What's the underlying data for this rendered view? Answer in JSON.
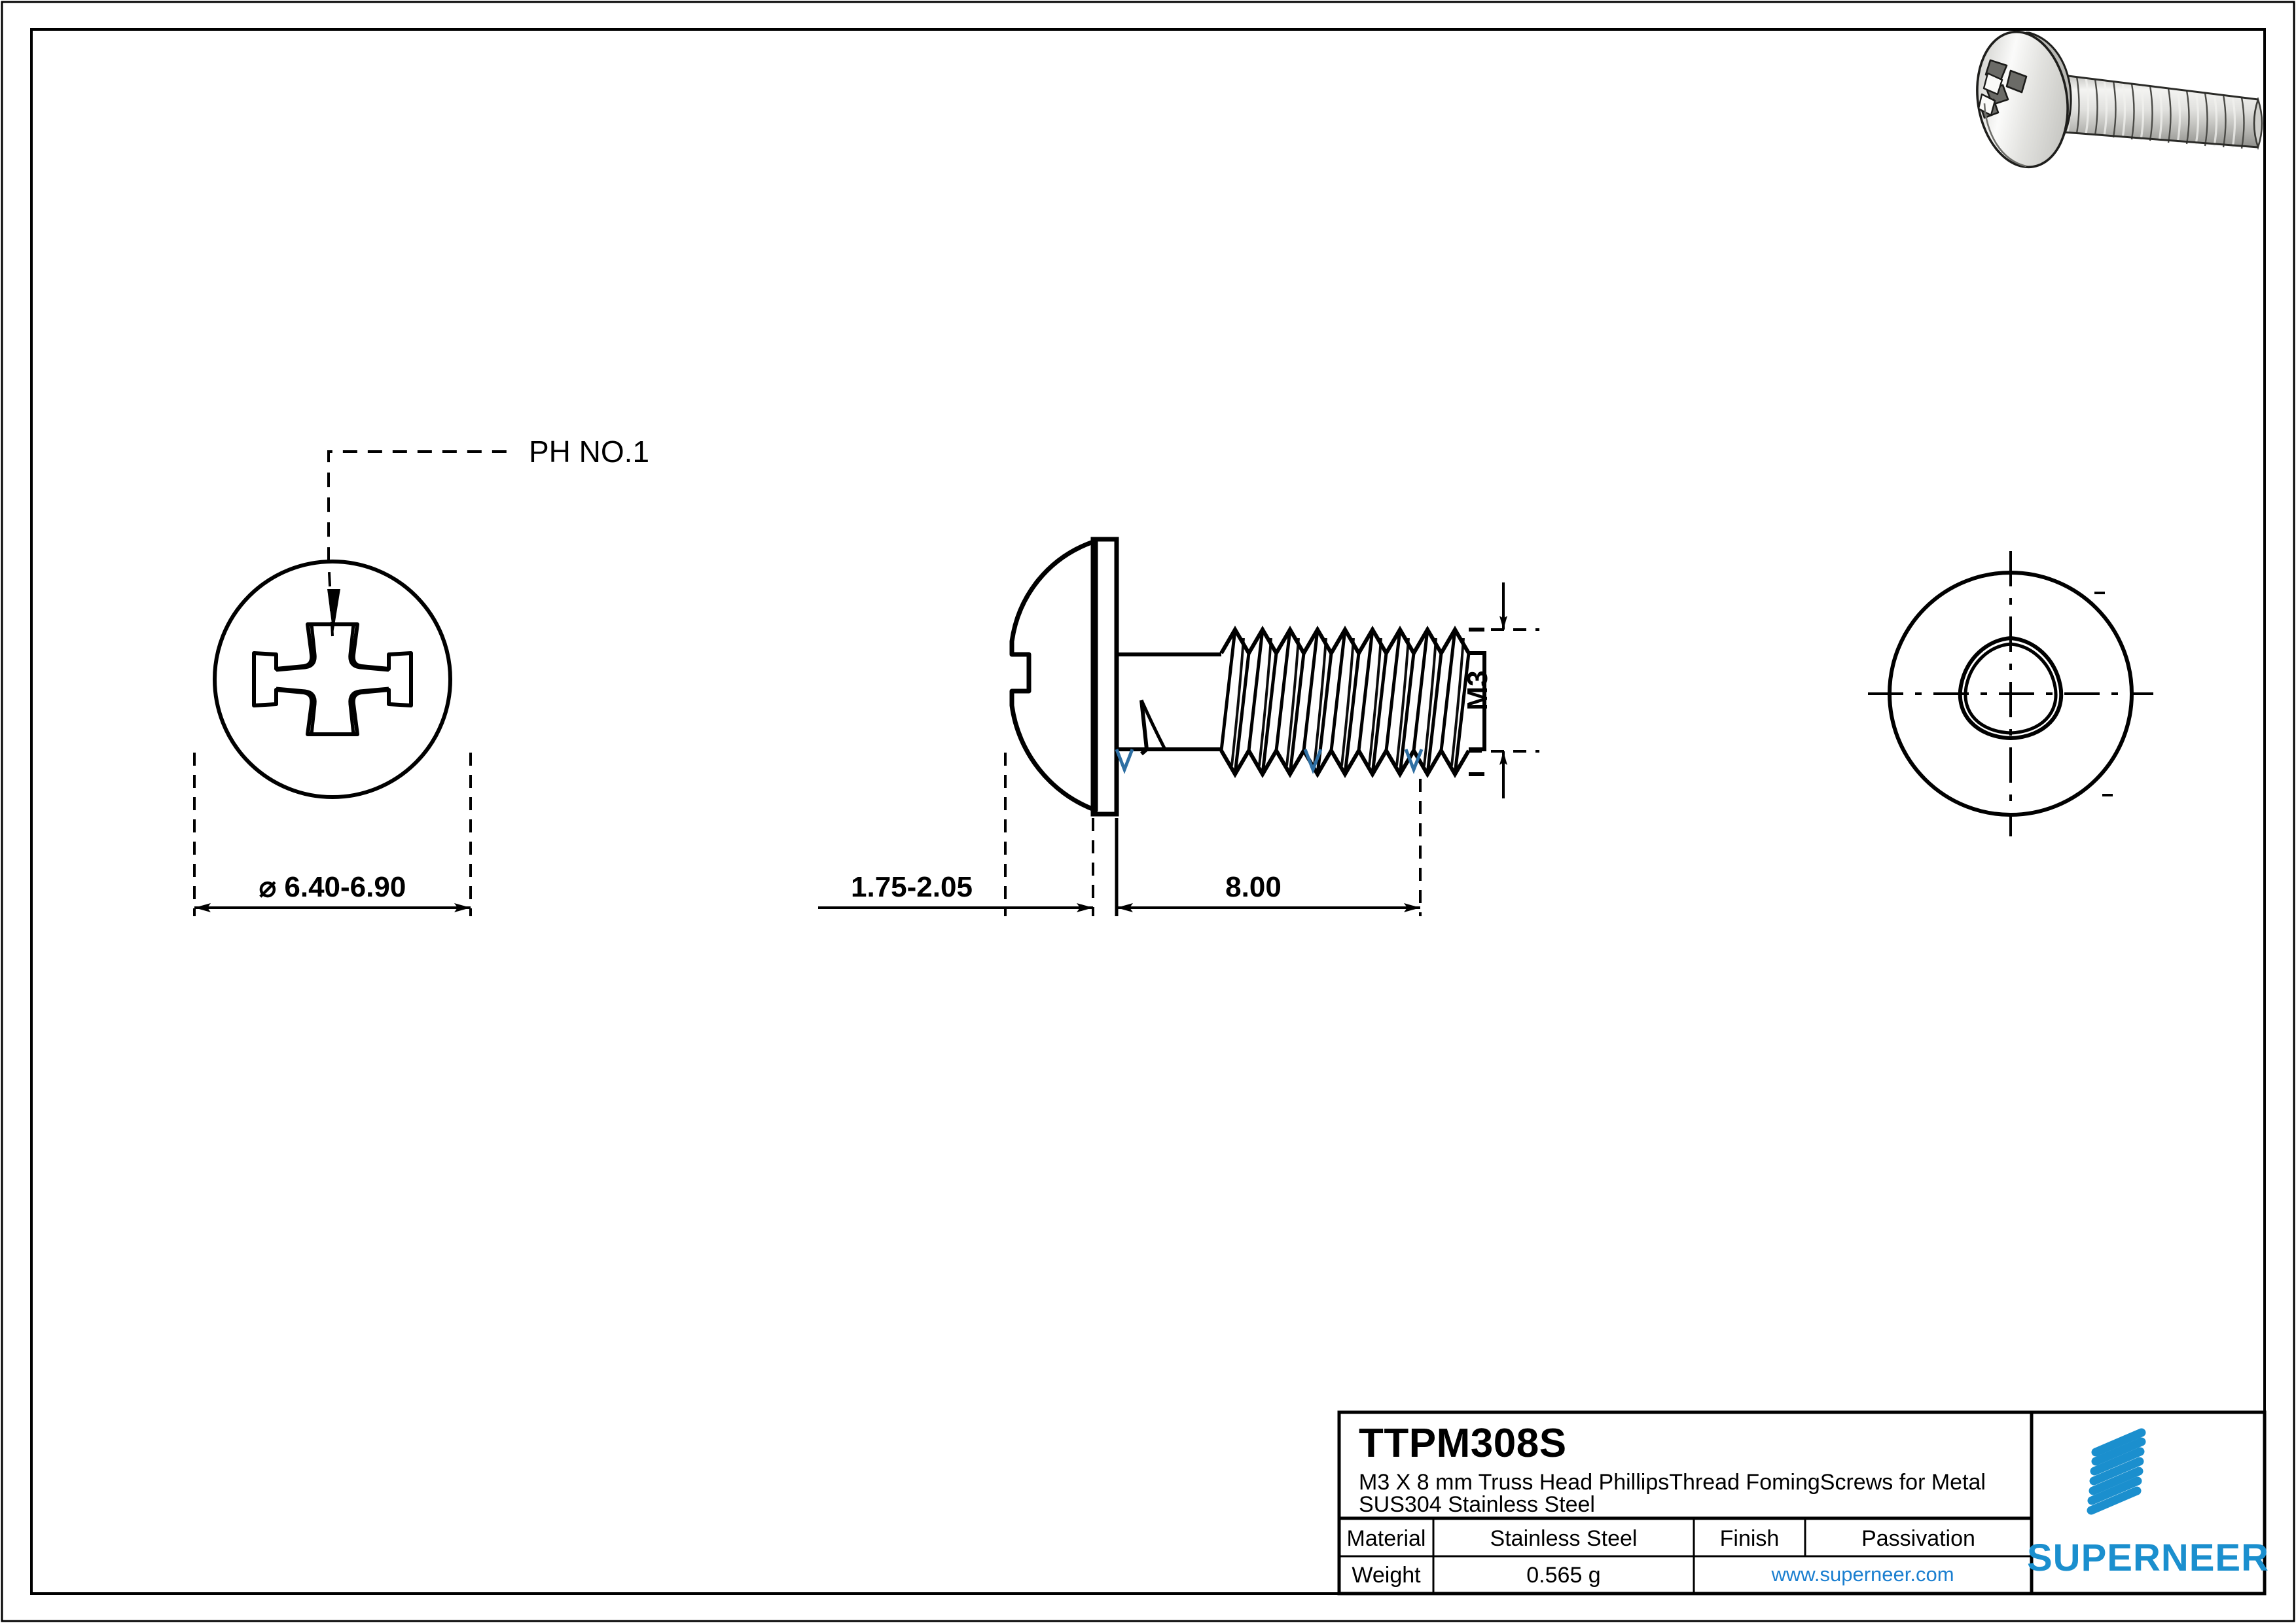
{
  "sheet": {
    "background": "#ffffff",
    "line_color": "#000000",
    "accent_color": "#1B8FCE",
    "link_color": "#1B7FD0"
  },
  "views": {
    "top_view": {
      "name": "Top View - Phillips Cross Recess",
      "leader_label": "PH NO.1",
      "diameter_dimension": "⌀ 6.40-6.90"
    },
    "side_view": {
      "name": "Side Elevation - Truss Head Screw",
      "head_height_dimension": "1.75-2.05",
      "length_dimension": "8.00",
      "thread_size_dimension": "M3"
    },
    "bottom_view": {
      "name": "Bottom View - Trilobular Thread Form"
    },
    "render_3d": {
      "name": "3D Isometric Render"
    }
  },
  "title_block": {
    "part_code": "TTPM308S",
    "description_line1": "M3 X 8 mm Truss Head PhillipsThread FomingScrews for Metal",
    "description_line2": "SUS304 Stainless Steel",
    "rows": [
      {
        "label": "Material",
        "value": "Stainless Steel",
        "label2": "Finish",
        "value2": "Passivation"
      },
      {
        "label": "Weight",
        "value": "0.565 g",
        "url": "www.superneer.com"
      }
    ],
    "brand": {
      "name": "SUPERNEER",
      "logo_bars": 7
    }
  }
}
